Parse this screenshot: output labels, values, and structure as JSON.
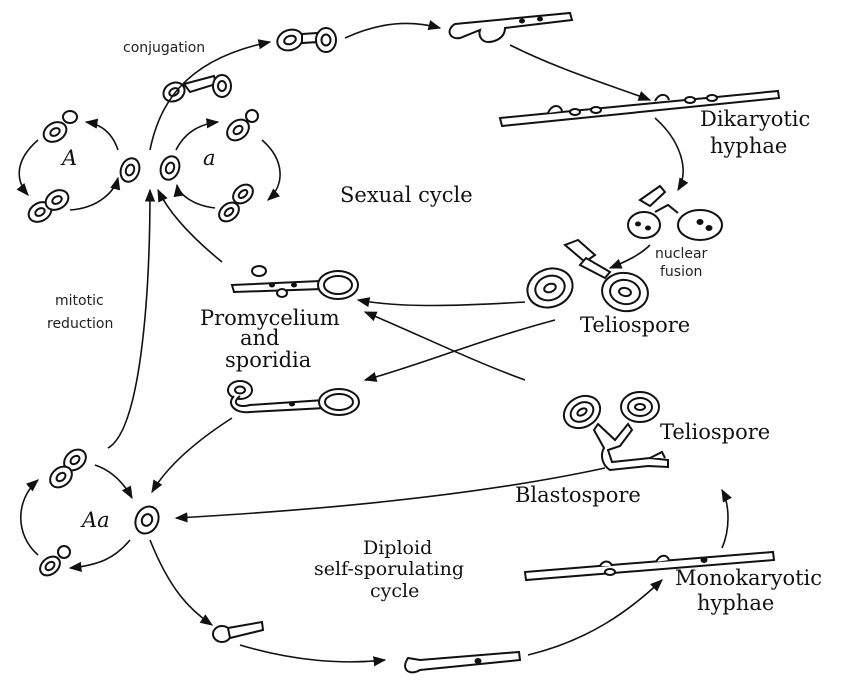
{
  "labels": {
    "conjugation": "conjugation",
    "dikaryotic_1": "Dikaryotic",
    "dikaryotic_2": "hyphae",
    "mating_A": "A",
    "mating_a": "a",
    "sexual_cycle": "Sexual cycle",
    "nuclear_1": "nuclear",
    "nuclear_2": "fusion",
    "mitotic_1": "mitotic",
    "mitotic_2": "reduction",
    "promycelium_1": "Promycelium",
    "promycelium_2": "and",
    "promycelium_3": "sporidia",
    "teliospore_top": "Teliospore",
    "teliospore_bottom": "Teliospore",
    "blastospore": "Blastospore",
    "diploid_Aa": "Aa",
    "diploid_1": "Diploid",
    "diploid_2": "self-sporulating",
    "diploid_3": "cycle",
    "monokaryotic_1": "Monokaryotic",
    "monokaryotic_2": "hyphae"
  }
}
